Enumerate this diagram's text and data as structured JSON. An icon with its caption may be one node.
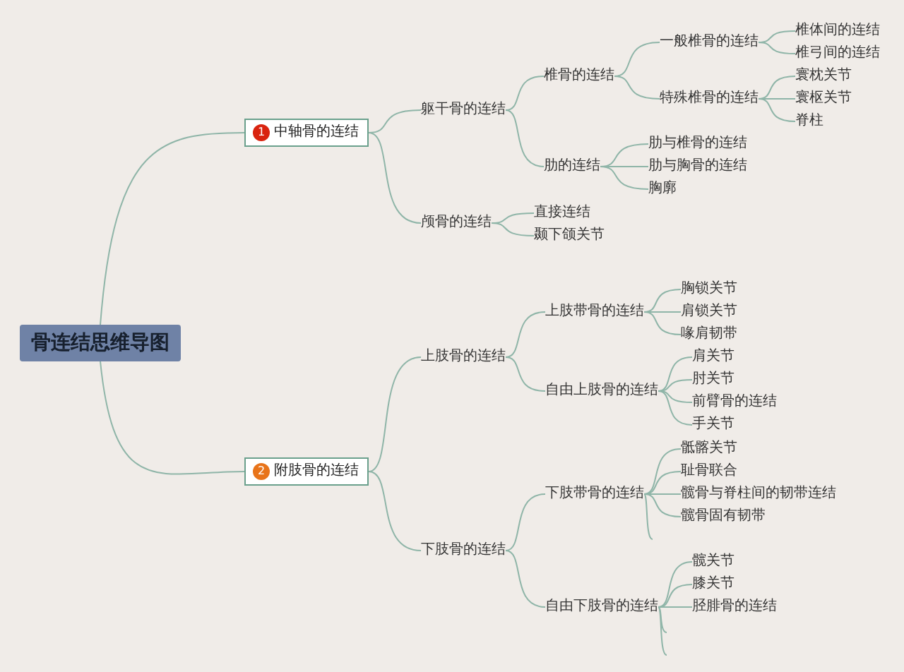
{
  "diagram": {
    "nodes": [
      {
        "text": [
          "骨连结思维导图"
        ]
      },
      {
        "text": [
          "1",
          "中轴骨的连结"
        ]
      },
      {
        "text": [
          "躯干骨的连结"
        ]
      },
      {
        "text": [
          "椎骨的连结"
        ]
      },
      {
        "text": [
          "一般椎骨的连结"
        ]
      },
      {
        "text": [
          "椎体间的连结"
        ]
      },
      {
        "text": [
          "椎弓间的连结"
        ]
      },
      {
        "text": [
          "特殊椎骨的连结"
        ]
      },
      {
        "text": [
          "寰枕关节"
        ]
      },
      {
        "text": [
          "寰枢关节"
        ]
      },
      {
        "text": [
          "脊柱"
        ]
      },
      {
        "text": [
          "肋的连结"
        ]
      },
      {
        "text": [
          "肋与椎骨的连结"
        ]
      },
      {
        "text": [
          "肋与胸骨的连结"
        ]
      },
      {
        "text": [
          "胸廓"
        ]
      },
      {
        "text": [
          "颅骨的连结"
        ]
      },
      {
        "text": [
          "直接连结"
        ]
      },
      {
        "text": [
          "颞下颌关节"
        ]
      },
      {
        "text": [
          "2",
          "附肢骨的连结"
        ]
      },
      {
        "text": [
          "上肢骨的连结"
        ]
      },
      {
        "text": [
          "上肢带骨的连结"
        ]
      },
      {
        "text": [
          "胸锁关节"
        ]
      },
      {
        "text": [
          "肩锁关节"
        ]
      },
      {
        "text": [
          "喙肩韧带"
        ]
      },
      {
        "text": [
          "自由上肢骨的连结"
        ]
      },
      {
        "text": [
          "肩关节"
        ]
      },
      {
        "text": [
          "肘关节"
        ]
      },
      {
        "text": [
          "前臂骨的连结"
        ]
      },
      {
        "text": [
          "手关节"
        ]
      },
      {
        "text": [
          "下肢骨的连结"
        ]
      },
      {
        "text": [
          "下肢带骨的连结"
        ]
      },
      {
        "text": [
          "骶髂关节"
        ]
      },
      {
        "text": [
          "耻骨联合"
        ]
      },
      {
        "text": [
          "髋骨与脊柱间的韧带连结"
        ]
      },
      {
        "text": [
          "髋骨固有韧带"
        ]
      },
      {
        "text": [
          "自由下肢骨的连结"
        ]
      },
      {
        "text": [
          "髋关节"
        ]
      },
      {
        "text": [
          "膝关节"
        ]
      },
      {
        "text": [
          "胫腓骨的连结"
        ]
      }
    ],
    "edges": [
      {
        "from": 0,
        "to": 1,
        "arrow": "none"
      },
      {
        "from": 1,
        "to": 2,
        "arrow": "none"
      },
      {
        "from": 2,
        "to": 3,
        "arrow": "none"
      },
      {
        "from": 3,
        "to": 4,
        "arrow": "none"
      },
      {
        "from": 4,
        "to": 5,
        "arrow": "none"
      },
      {
        "from": 4,
        "to": 6,
        "arrow": "none"
      },
      {
        "from": 3,
        "to": 7,
        "arrow": "none"
      },
      {
        "from": 7,
        "to": 8,
        "arrow": "none"
      },
      {
        "from": 7,
        "to": 9,
        "arrow": "none"
      },
      {
        "from": 7,
        "to": 10,
        "arrow": "none"
      },
      {
        "from": 2,
        "to": 11,
        "arrow": "none"
      },
      {
        "from": 11,
        "to": 12,
        "arrow": "none"
      },
      {
        "from": 11,
        "to": 13,
        "arrow": "none"
      },
      {
        "from": 11,
        "to": 14,
        "arrow": "none"
      },
      {
        "from": 1,
        "to": 15,
        "arrow": "none"
      },
      {
        "from": 15,
        "to": 16,
        "arrow": "none"
      },
      {
        "from": 15,
        "to": 17,
        "arrow": "none"
      },
      {
        "from": 0,
        "to": 18,
        "arrow": "none"
      },
      {
        "from": 18,
        "to": 19,
        "arrow": "none"
      },
      {
        "from": 19,
        "to": 20,
        "arrow": "none"
      },
      {
        "from": 20,
        "to": 21,
        "arrow": "none"
      },
      {
        "from": 20,
        "to": 22,
        "arrow": "none"
      },
      {
        "from": 20,
        "to": 23,
        "arrow": "none"
      },
      {
        "from": 19,
        "to": 24,
        "arrow": "none"
      },
      {
        "from": 24,
        "to": 25,
        "arrow": "none"
      },
      {
        "from": 24,
        "to": 26,
        "arrow": "none"
      },
      {
        "from": 24,
        "to": 27,
        "arrow": "none"
      },
      {
        "from": 24,
        "to": 28,
        "arrow": "none"
      },
      {
        "from": 18,
        "to": 29,
        "arrow": "none"
      },
      {
        "from": 29,
        "to": 30,
        "arrow": "none"
      },
      {
        "from": 30,
        "to": 31,
        "arrow": "none"
      },
      {
        "from": 30,
        "to": 32,
        "arrow": "none"
      },
      {
        "from": 30,
        "to": 33,
        "arrow": "none"
      },
      {
        "from": 30,
        "to": 34,
        "arrow": "none"
      },
      {
        "from": 30,
        "to": null,
        "arrow": "none"
      },
      {
        "from": 29,
        "to": 35,
        "arrow": "none"
      },
      {
        "from": 35,
        "to": 36,
        "arrow": "none"
      },
      {
        "from": 35,
        "to": 37,
        "arrow": "none"
      },
      {
        "from": 35,
        "to": 38,
        "arrow": "none"
      },
      {
        "from": 35,
        "to": null,
        "arrow": "none"
      },
      {
        "from": 35,
        "to": null,
        "arrow": "none"
      }
    ]
  }
}
